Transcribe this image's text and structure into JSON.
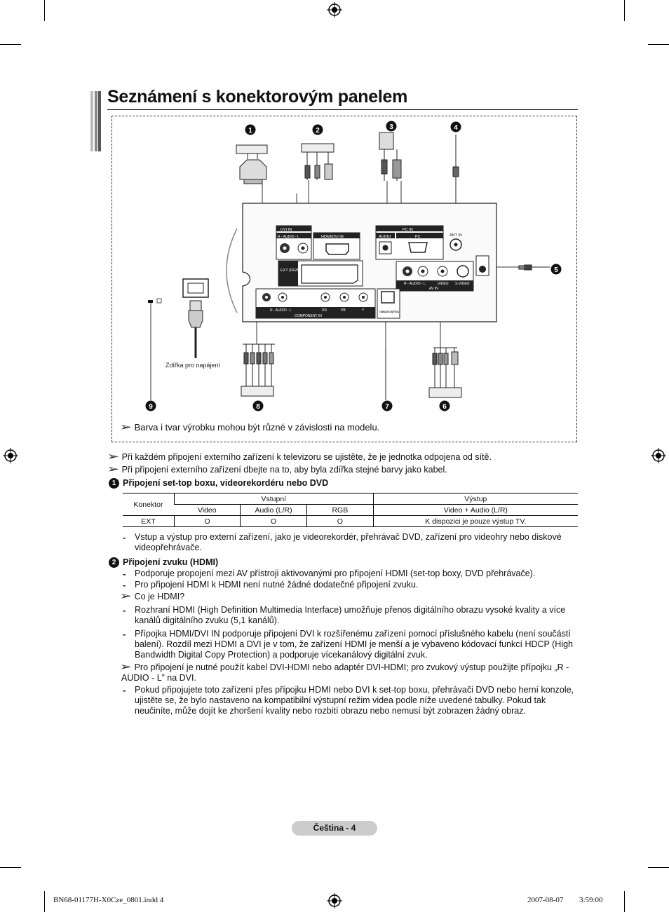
{
  "title": "Seznámení s konektorovým panelem",
  "diagram": {
    "callouts": [
      "1",
      "2",
      "3",
      "4",
      "5",
      "6",
      "7",
      "8",
      "9"
    ],
    "power_socket_label": "Zdířka pro napájení",
    "note": "Barva i tvar výrobku mohou být různé v závislosti na modelu.",
    "panel": {
      "dvi_in": "DVI IN",
      "audio_rl": "R - AUDIO - L",
      "hdmi_dvi_in": "HDMI/DVI IN",
      "pc_in": "PC IN",
      "audio": "AUDIO",
      "pc": "PC",
      "ant_in": "ANT IN",
      "ext_rgb": "EXT (RGB)",
      "video": "VIDEO",
      "s_video": "S-VIDEO",
      "av_in": "AV IN",
      "component_in": "COMPONENT IN",
      "pr": "PR",
      "pb": "PB",
      "y": "Y",
      "digital_audio_out": "DIGITAL AUDIO OUT (OPTICAL)"
    }
  },
  "notes": [
    "Při každém připojení externího zařízení k televizoru se ujistěte, že je jednotka odpojena od sítě.",
    "Při připojení externího zařízení dbejte na to, aby byla zdířka stejné barvy jako kabel."
  ],
  "section1": {
    "num": "1",
    "heading": "Připojení set-top boxu, videorekordéru nebo DVD",
    "table": {
      "konektor": "Konektor",
      "vstupni": "Vstupní",
      "vystup": "Výstup",
      "video": "Video",
      "audio": "Audio (L/R)",
      "rgb": "RGB",
      "video_audio": "Video + Audio (L/R)",
      "row": [
        "EXT",
        "O",
        "O",
        "O",
        "K dispozici je pouze výstup TV."
      ]
    },
    "bullets": [
      "Vstup a výstup pro externí zařízení, jako je videorekordér, přehrávač DVD, zařízení pro videohry nebo diskové videopřehrávače."
    ]
  },
  "section2": {
    "num": "2",
    "heading": "Připojení zvuku (HDMI)",
    "bullets_a": [
      "Podporuje propojení mezi AV přístroji aktivovanými pro připojení HDMI (set-top boxy, DVD přehrávače).",
      "Pro připojení HDMI k HDMI není nutné žádné dodatečné připojení zvuku."
    ],
    "note_hdmi": "Co je HDMI?",
    "bullets_b": [
      "Rozhraní HDMI (High Definition Multimedia Interface) umožňuje přenos digitálního obrazu vysoké kvality a více kanálů digitálního zvuku (5,1 kanálů).",
      "Přípojka HDMI/DVI IN podporuje připojení DVI k rozšířenému zařízení pomocí příslušného kabelu (není součástí balení). Rozdíl mezi HDMI a DVI je v tom, že zařízení HDMI je menší a je vybaveno kódovací funkcí HDCP (High Bandwidth Digital Copy Protection) a podporuje vícekanálový digitální zvuk."
    ],
    "note_dvi": "Pro připojení je nutné použít kabel DVI-HDMI nebo adaptér DVI-HDMI;  pro zvukový výstup použijte přípojku „R - AUDIO - L” na DVI.",
    "bullets_c": [
      "Pokud připojujete toto zařízení přes přípojku HDMI nebo DVI k set-top boxu, přehrávači DVD nebo herní konzole, ujistěte se, že bylo nastaveno na kompatibilní výstupní režim videa podle níže uvedené tabulky. Pokud tak neučiníte, může dojít ke zhoršení kvality nebo rozbití obrazu nebo nemusí být zobrazen žádný obraz."
    ]
  },
  "footer": {
    "page_label": "Čeština - 4",
    "slug_file": "BN68-01177H-X0Cze_0801.indd   4",
    "slug_date": "2007-08-07   ￿￿ 3:59:00"
  }
}
